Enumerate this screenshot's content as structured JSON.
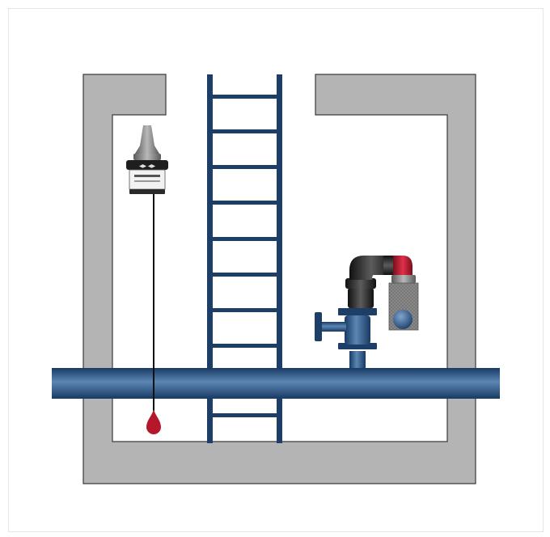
{
  "diagram": {
    "colors": {
      "concrete": "#b4b4b4",
      "concrete_edge": "#3a3a3a",
      "ladder": "#1d3f67",
      "pipe_dark": "#183a63",
      "pipe_light": "#5b86b3",
      "float_ball": "#b5172b",
      "sensor_body": "#8f8f8f",
      "valve_red": "#c0182c",
      "valve_black": "#2a2a2a"
    },
    "components": [
      {
        "name": "chamber-wall",
        "icon": "concrete-pit-icon"
      },
      {
        "name": "access-ladder",
        "icon": "ladder-icon"
      },
      {
        "name": "main-pipe",
        "icon": "pipe-icon"
      },
      {
        "name": "level-sensor",
        "icon": "level-switch-icon"
      },
      {
        "name": "float-weight",
        "icon": "float-icon"
      },
      {
        "name": "air-valve-assembly",
        "icon": "air-release-valve-icon"
      }
    ]
  }
}
